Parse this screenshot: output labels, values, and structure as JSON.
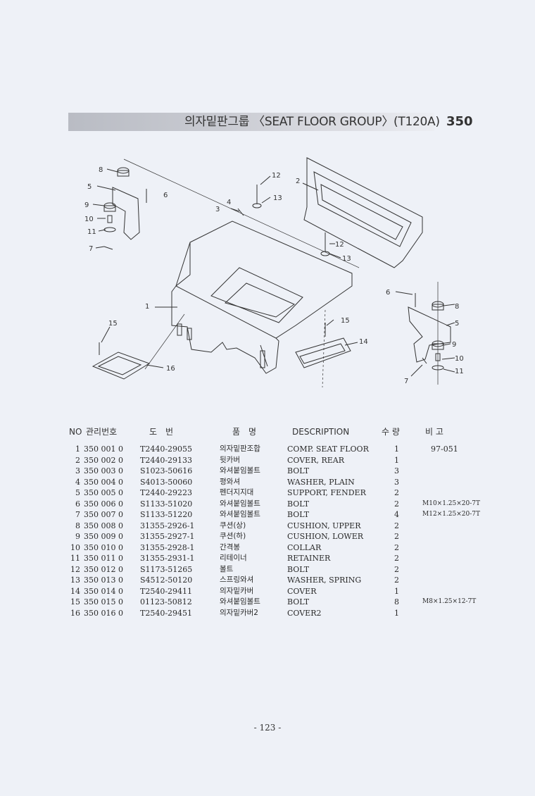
{
  "header": {
    "title": "의자밑판그룹 〈SEAT FLOOR GROUP〉(T120A)",
    "group_number": "350"
  },
  "diagram": {
    "callouts": [
      "1",
      "2",
      "3",
      "4",
      "5",
      "6",
      "7",
      "8",
      "9",
      "10",
      "11",
      "12",
      "13",
      "14",
      "15",
      "16"
    ]
  },
  "table": {
    "headers": {
      "no": "NO",
      "mgmt": "관리번호",
      "code": "도　번",
      "kname": "품　명",
      "desc": "DESCRIPTION",
      "qty": "수 량",
      "remark": "비 고"
    },
    "rows": [
      {
        "no": "1",
        "mgmt": "350 001 0",
        "code": "T2440-29055",
        "kname": "의자밑판조합",
        "desc": "COMP. SEAT FLOOR",
        "qty": "1",
        "remark": "97-051"
      },
      {
        "no": "2",
        "mgmt": "350 002 0",
        "code": "T2440-29133",
        "kname": "뒷카버",
        "desc": "COVER, REAR",
        "qty": "1",
        "remark": ""
      },
      {
        "no": "3",
        "mgmt": "350 003 0",
        "code": "S1023-50616",
        "kname": "와셔붙임볼트",
        "desc": "BOLT",
        "qty": "3",
        "remark": ""
      },
      {
        "no": "4",
        "mgmt": "350 004 0",
        "code": "S4013-50060",
        "kname": "평와셔",
        "desc": "WASHER, PLAIN",
        "qty": "3",
        "remark": ""
      },
      {
        "no": "5",
        "mgmt": "350 005 0",
        "code": "T2440-29223",
        "kname": "펜더지지대",
        "desc": "SUPPORT, FENDER",
        "qty": "2",
        "remark": ""
      },
      {
        "no": "6",
        "mgmt": "350 006 0",
        "code": "S1133-51020",
        "kname": "와셔붙임볼트",
        "desc": "BOLT",
        "qty": "2",
        "remark": "M10×1.25×20-7T"
      },
      {
        "no": "7",
        "mgmt": "350 007 0",
        "code": "S1133-51220",
        "kname": "와셔붙임볼트",
        "desc": "BOLT",
        "qty": "4",
        "remark": "M12×1.25×20-7T"
      },
      {
        "no": "8",
        "mgmt": "350 008 0",
        "code": "31355-2926-1",
        "kname": "쿠션(상)",
        "desc": "CUSHION, UPPER",
        "qty": "2",
        "remark": ""
      },
      {
        "no": "9",
        "mgmt": "350 009 0",
        "code": "31355-2927-1",
        "kname": "쿠션(하)",
        "desc": "CUSHION, LOWER",
        "qty": "2",
        "remark": ""
      },
      {
        "no": "10",
        "mgmt": "350 010 0",
        "code": "31355-2928-1",
        "kname": "간격봉",
        "desc": "COLLAR",
        "qty": "2",
        "remark": ""
      },
      {
        "no": "11",
        "mgmt": "350 011 0",
        "code": "31355-2931-1",
        "kname": "리테이너",
        "desc": "RETAINER",
        "qty": "2",
        "remark": ""
      },
      {
        "no": "12",
        "mgmt": "350 012 0",
        "code": "S1173-51265",
        "kname": "볼트",
        "desc": "BOLT",
        "qty": "2",
        "remark": ""
      },
      {
        "no": "13",
        "mgmt": "350 013 0",
        "code": "S4512-50120",
        "kname": "스프링와셔",
        "desc": "WASHER, SPRING",
        "qty": "2",
        "remark": ""
      },
      {
        "no": "14",
        "mgmt": "350 014 0",
        "code": "T2540-29411",
        "kname": "의자밑카버",
        "desc": "COVER",
        "qty": "1",
        "remark": ""
      },
      {
        "no": "15",
        "mgmt": "350 015 0",
        "code": "01123-50812",
        "kname": "와셔붙임볼트",
        "desc": "BOLT",
        "qty": "8",
        "remark": "M8×1.25×12-7T"
      },
      {
        "no": "16",
        "mgmt": "350 016 0",
        "code": "T2540-29451",
        "kname": "의자밑카버2",
        "desc": "COVER2",
        "qty": "1",
        "remark": ""
      }
    ]
  },
  "footer": {
    "page": "- 123 -"
  }
}
